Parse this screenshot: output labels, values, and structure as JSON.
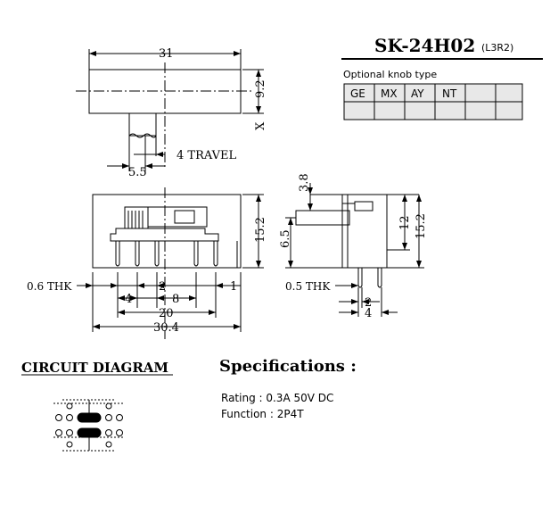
{
  "part": {
    "model": "SK-24H02",
    "code": "(L3R2)"
  },
  "knob_table": {
    "caption": "Optional knob type",
    "headers": [
      "GE",
      "MX",
      "AY",
      "NT",
      "",
      ""
    ]
  },
  "top_view": {
    "width_label": "31",
    "height_label": "9.2",
    "x_label": "X",
    "knob_width_label": "5.5",
    "travel_label": "4  TRAVEL"
  },
  "front_view": {
    "height_label": "15.2",
    "thickness_label": "0.6  THK",
    "pitch_4": "4",
    "pitch_2": "2",
    "pitch_8": "8",
    "pitch_1": "1",
    "span_20": "20",
    "span_total": "30.4"
  },
  "side_view": {
    "dim_3_8": "3.8",
    "dim_6_5": "6.5",
    "dim_12": "12",
    "dim_15_2": "15.2",
    "thickness_label": "0.5  THK",
    "dim_2": "2",
    "dim_4": "4"
  },
  "circuit": {
    "title": "CIRCUIT DIAGRAM"
  },
  "specs": {
    "title": "Specifications :",
    "rating": "Rating : 0.3A 50V DC",
    "function": "Function : 2P4T"
  }
}
